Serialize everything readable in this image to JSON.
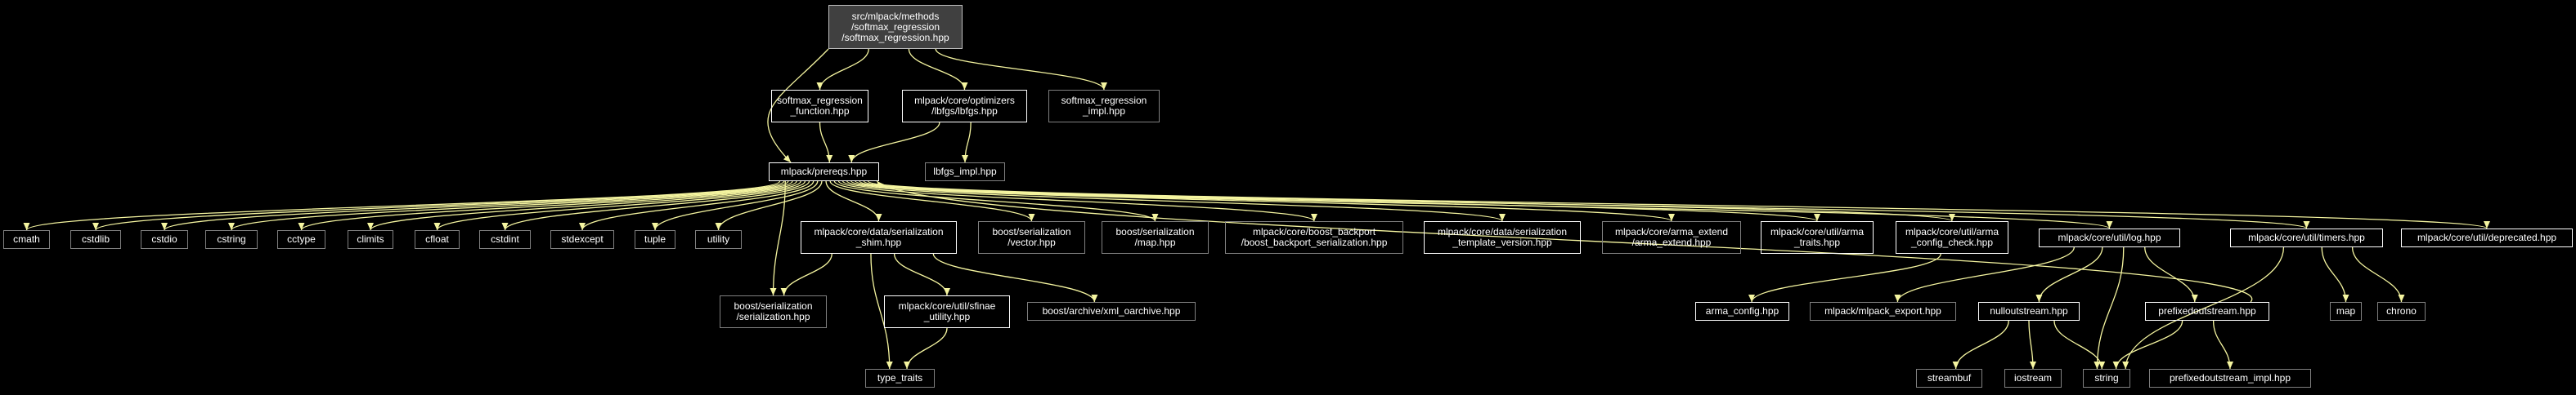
{
  "nodes": {
    "softmax_regression_hpp": "src/mlpack/methods\n/softmax_regression\n/softmax_regression.hpp",
    "softmax_regression_function": "softmax_regression\n_function.hpp",
    "lbfgs_hpp": "mlpack/core/optimizers\n/lbfgs/lbfgs.hpp",
    "softmax_regression_impl": "softmax_regression\n_impl.hpp",
    "prereqs": "mlpack/prereqs.hpp",
    "lbfgs_impl": "lbfgs_impl.hpp",
    "cmath": "cmath",
    "cstdlib": "cstdlib",
    "cstdio": "cstdio",
    "cstring": "cstring",
    "cctype": "cctype",
    "climits": "climits",
    "cfloat": "cfloat",
    "cstdint": "cstdint",
    "stdexcept": "stdexcept",
    "tuple": "tuple",
    "utility": "utility",
    "serialization_shim": "mlpack/core/data/serialization\n_shim.hpp",
    "boost_vector": "boost/serialization\n/vector.hpp",
    "boost_map": "boost/serialization\n/map.hpp",
    "boost_backport": "mlpack/core/boost_backport\n/boost_backport_serialization.hpp",
    "serialization_template_version": "mlpack/core/data/serialization\n_template_version.hpp",
    "arma_extend": "mlpack/core/arma_extend\n/arma_extend.hpp",
    "arma_traits": "mlpack/core/util/arma\n_traits.hpp",
    "arma_config_check": "mlpack/core/util/arma\n_config_check.hpp",
    "log_hpp": "mlpack/core/util/log.hpp",
    "timers_hpp": "mlpack/core/util/timers.hpp",
    "deprecated_hpp": "mlpack/core/util/deprecated.hpp",
    "boost_serialization": "boost/serialization\n/serialization.hpp",
    "sfinae_utility": "mlpack/core/util/sfinae\n_utility.hpp",
    "xml_oarchive": "boost/archive/xml_oarchive.hpp",
    "type_traits": "type_traits",
    "arma_config": "arma_config.hpp",
    "mlpack_export": "mlpack/mlpack_export.hpp",
    "nulloutstream": "nulloutstream.hpp",
    "prefixedoutstream": "prefixedoutstream.hpp",
    "map": "map",
    "chrono": "chrono",
    "streambuf": "streambuf",
    "iostream": "iostream",
    "string": "string",
    "prefixedoutstream_impl": "prefixedoutstream_impl.hpp"
  },
  "colors": {
    "edge": "#f5f5a0",
    "background": "#000000",
    "text": "#ffffff",
    "node_border": "#808080",
    "root_fill": "#404040"
  }
}
